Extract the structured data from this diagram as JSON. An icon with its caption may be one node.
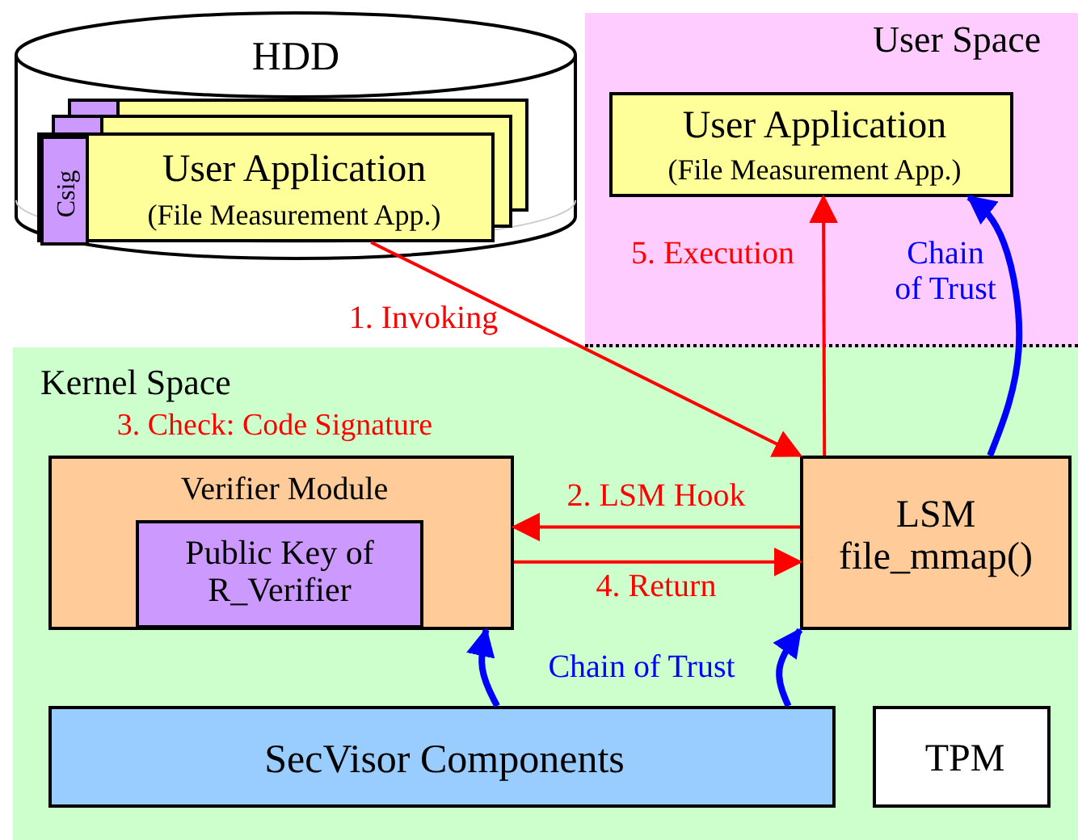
{
  "diagram": {
    "nodes": [
      {
        "text": [
          "HDD"
        ]
      },
      {
        "text": [
          "User Application",
          "(File Measurement App.)"
        ],
        "in": 0
      },
      {
        "text": [
          "Csig"
        ],
        "in": 1
      },
      {
        "text": [
          "User Space"
        ]
      },
      {
        "text": [
          "User Application",
          "(File Measurement App.)"
        ],
        "in": 3
      },
      {
        "text": [
          "Kernel Space"
        ]
      },
      {
        "text": [
          "Verifier Module"
        ],
        "in": 5,
        "beside": [
          "3. Check: Code Signature"
        ]
      },
      {
        "text": [
          "Public Key of R_Verifier"
        ],
        "in": 6
      },
      {
        "text": [
          "LSM file_mmap()"
        ],
        "in": 5
      },
      {
        "text": [
          "SecVisor Components"
        ],
        "in": 5
      },
      {
        "text": [
          "TPM"
        ],
        "in": 5
      }
    ],
    "edges": [
      {
        "from": 1,
        "to": 8,
        "arrow": "to",
        "label": "1. Invoking"
      },
      {
        "from": 8,
        "to": 6,
        "arrow": "to",
        "label": "2. LSM Hook"
      },
      {
        "from": 6,
        "to": 8,
        "arrow": "to",
        "label": "4. Return"
      },
      {
        "from": 8,
        "to": 4,
        "arrow": "to",
        "label": "5. Execution"
      },
      {
        "from": 8,
        "to": 4,
        "arrow": "to",
        "label": "Chain of Trust",
        "style": "thick",
        "color": "#0000ff"
      },
      {
        "from": 9,
        "to": 6,
        "arrow": "to",
        "style": "thick",
        "color": "#0000ff"
      },
      {
        "from": 9,
        "to": 8,
        "arrow": "to",
        "label": "Chain of Trust",
        "style": "thick",
        "color": "#0000ff"
      }
    ]
  }
}
